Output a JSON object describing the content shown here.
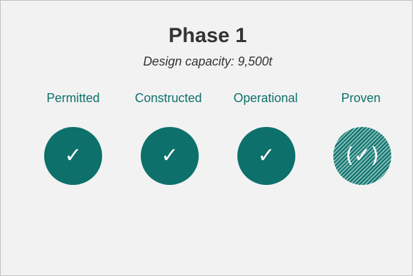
{
  "phase": {
    "title": "Phase 1",
    "subtitle": "Design capacity: 9,500t"
  },
  "colors": {
    "accent": "#0d706a",
    "hatch_light": "#7fbab6",
    "background": "#f2f2f2",
    "text": "#333333"
  },
  "stages": [
    {
      "label": "Permitted",
      "status": "complete",
      "mark": "✓",
      "icon": "check-icon"
    },
    {
      "label": "Constructed",
      "status": "complete",
      "mark": "✓",
      "icon": "check-icon"
    },
    {
      "label": "Operational",
      "status": "complete",
      "mark": "✓",
      "icon": "check-icon"
    },
    {
      "label": "Proven",
      "status": "partial",
      "mark": "(✓)",
      "icon": "check-icon"
    }
  ]
}
